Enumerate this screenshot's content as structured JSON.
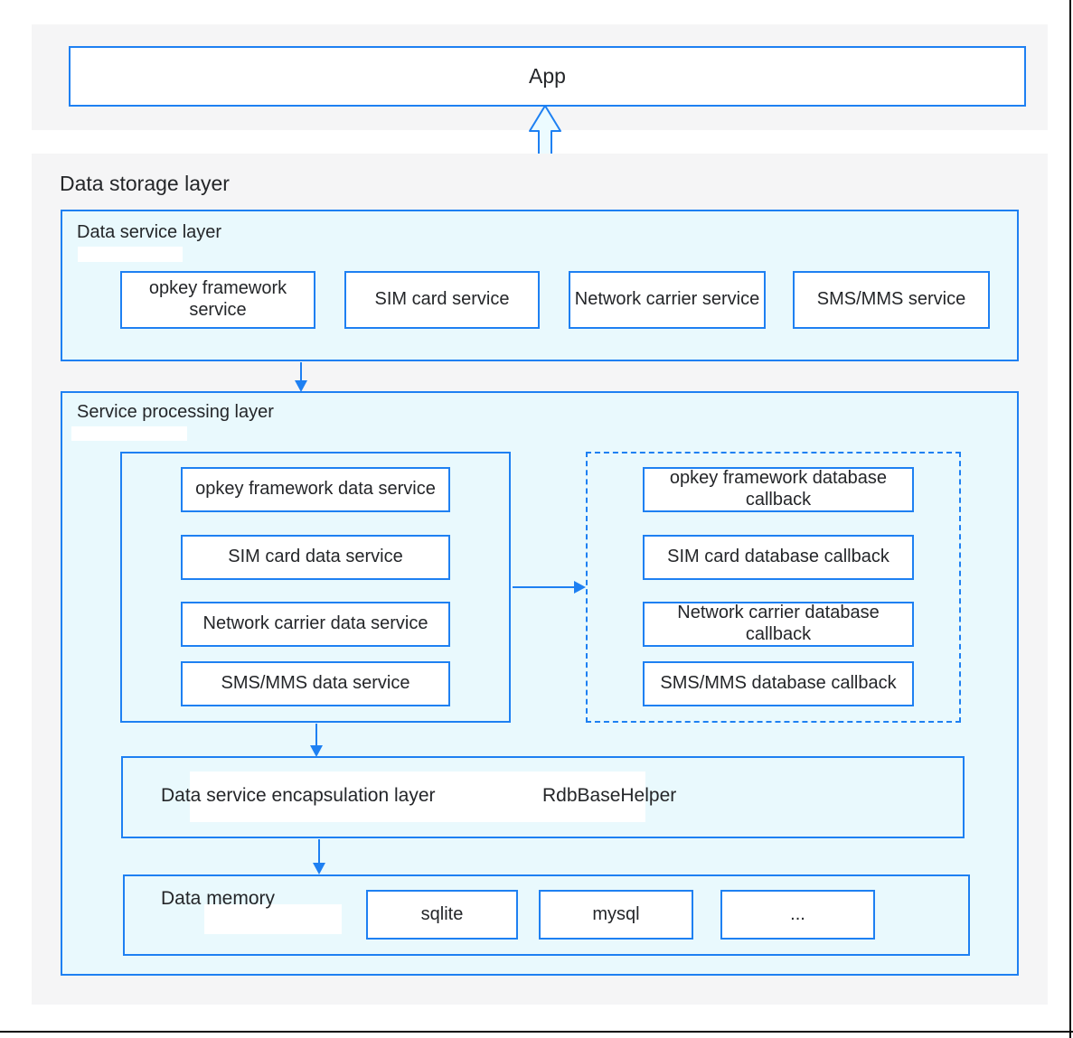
{
  "app": {
    "label": "App"
  },
  "storage_layer": {
    "title": "Data storage layer",
    "data_service_layer": {
      "title": "Data service layer",
      "services": [
        "opkey framework service",
        "SIM card service",
        "Network carrier service",
        "SMS/MMS service"
      ]
    },
    "service_processing_layer": {
      "title": "Service processing layer",
      "data_services": [
        "opkey framework data service",
        "SIM card data service",
        "Network carrier data service",
        "SMS/MMS data service"
      ],
      "database_callbacks": [
        "opkey framework database callback",
        "SIM card database callback",
        "Network carrier database callback",
        "SMS/MMS database callback"
      ],
      "encapsulation": {
        "title": "Data service encapsulation layer",
        "component": "RdbBaseHelper"
      },
      "data_memory": {
        "title": "Data memory",
        "stores": [
          "sqlite",
          "mysql",
          "..."
        ]
      }
    }
  },
  "icons": {
    "app_storage_link": "bidirectional-vertical-arrow",
    "flow_down": "down-arrow",
    "flow_right": "right-arrow"
  },
  "colors": {
    "border_blue": "#1e80f2",
    "arrow_blue": "#1e80f2",
    "arrow_fill": "#ecfbff",
    "box_fill_cyan": "#e9f9fd",
    "band_gray": "#f5f5f6",
    "frame_black": "#0a0a0a",
    "text": "#242629",
    "box_white": "#ffffff"
  }
}
